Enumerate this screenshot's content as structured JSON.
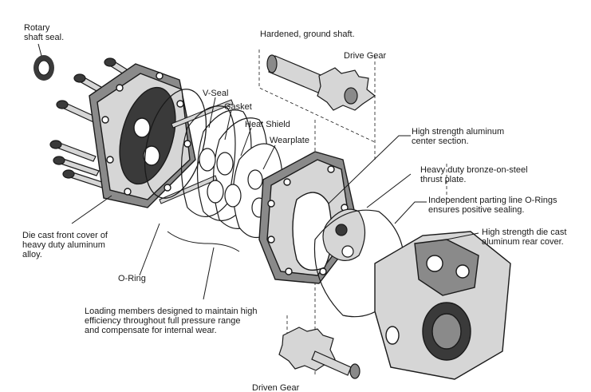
{
  "labels": {
    "rotary_shaft_seal": "Rotary\nshaft seal.",
    "hardened_shaft": "Hardened, ground shaft.",
    "drive_gear": "Drive Gear",
    "v_seal": "V-Seal",
    "gasket": "Gasket",
    "heat_shield": "Heat Shield",
    "wearplate": "Wearplate",
    "center_section": "High strength aluminum\ncenter section.",
    "thrust_plate": "Heavy duty bronze-on-steel\nthrust plate.",
    "o_rings": "Independent parting line O-Rings\nensures positive sealing.",
    "rear_cover": "High strength die cast\naluminum rear cover.",
    "front_cover": "Die cast front cover of\nheavy duty aluminum\nalloy.",
    "o_ring": "O-Ring",
    "loading_members": "Loading members designed to maintain high\nefficiency throughout full pressure range\nand compensate for internal wear.",
    "driven_gear": "Driven Gear"
  },
  "colors": {
    "ink": "#1a1a1a",
    "metal_dark": "#3a3a3a",
    "metal_mid": "#8a8a8a",
    "metal_light": "#d6d6d6",
    "paper": "#ffffff"
  }
}
